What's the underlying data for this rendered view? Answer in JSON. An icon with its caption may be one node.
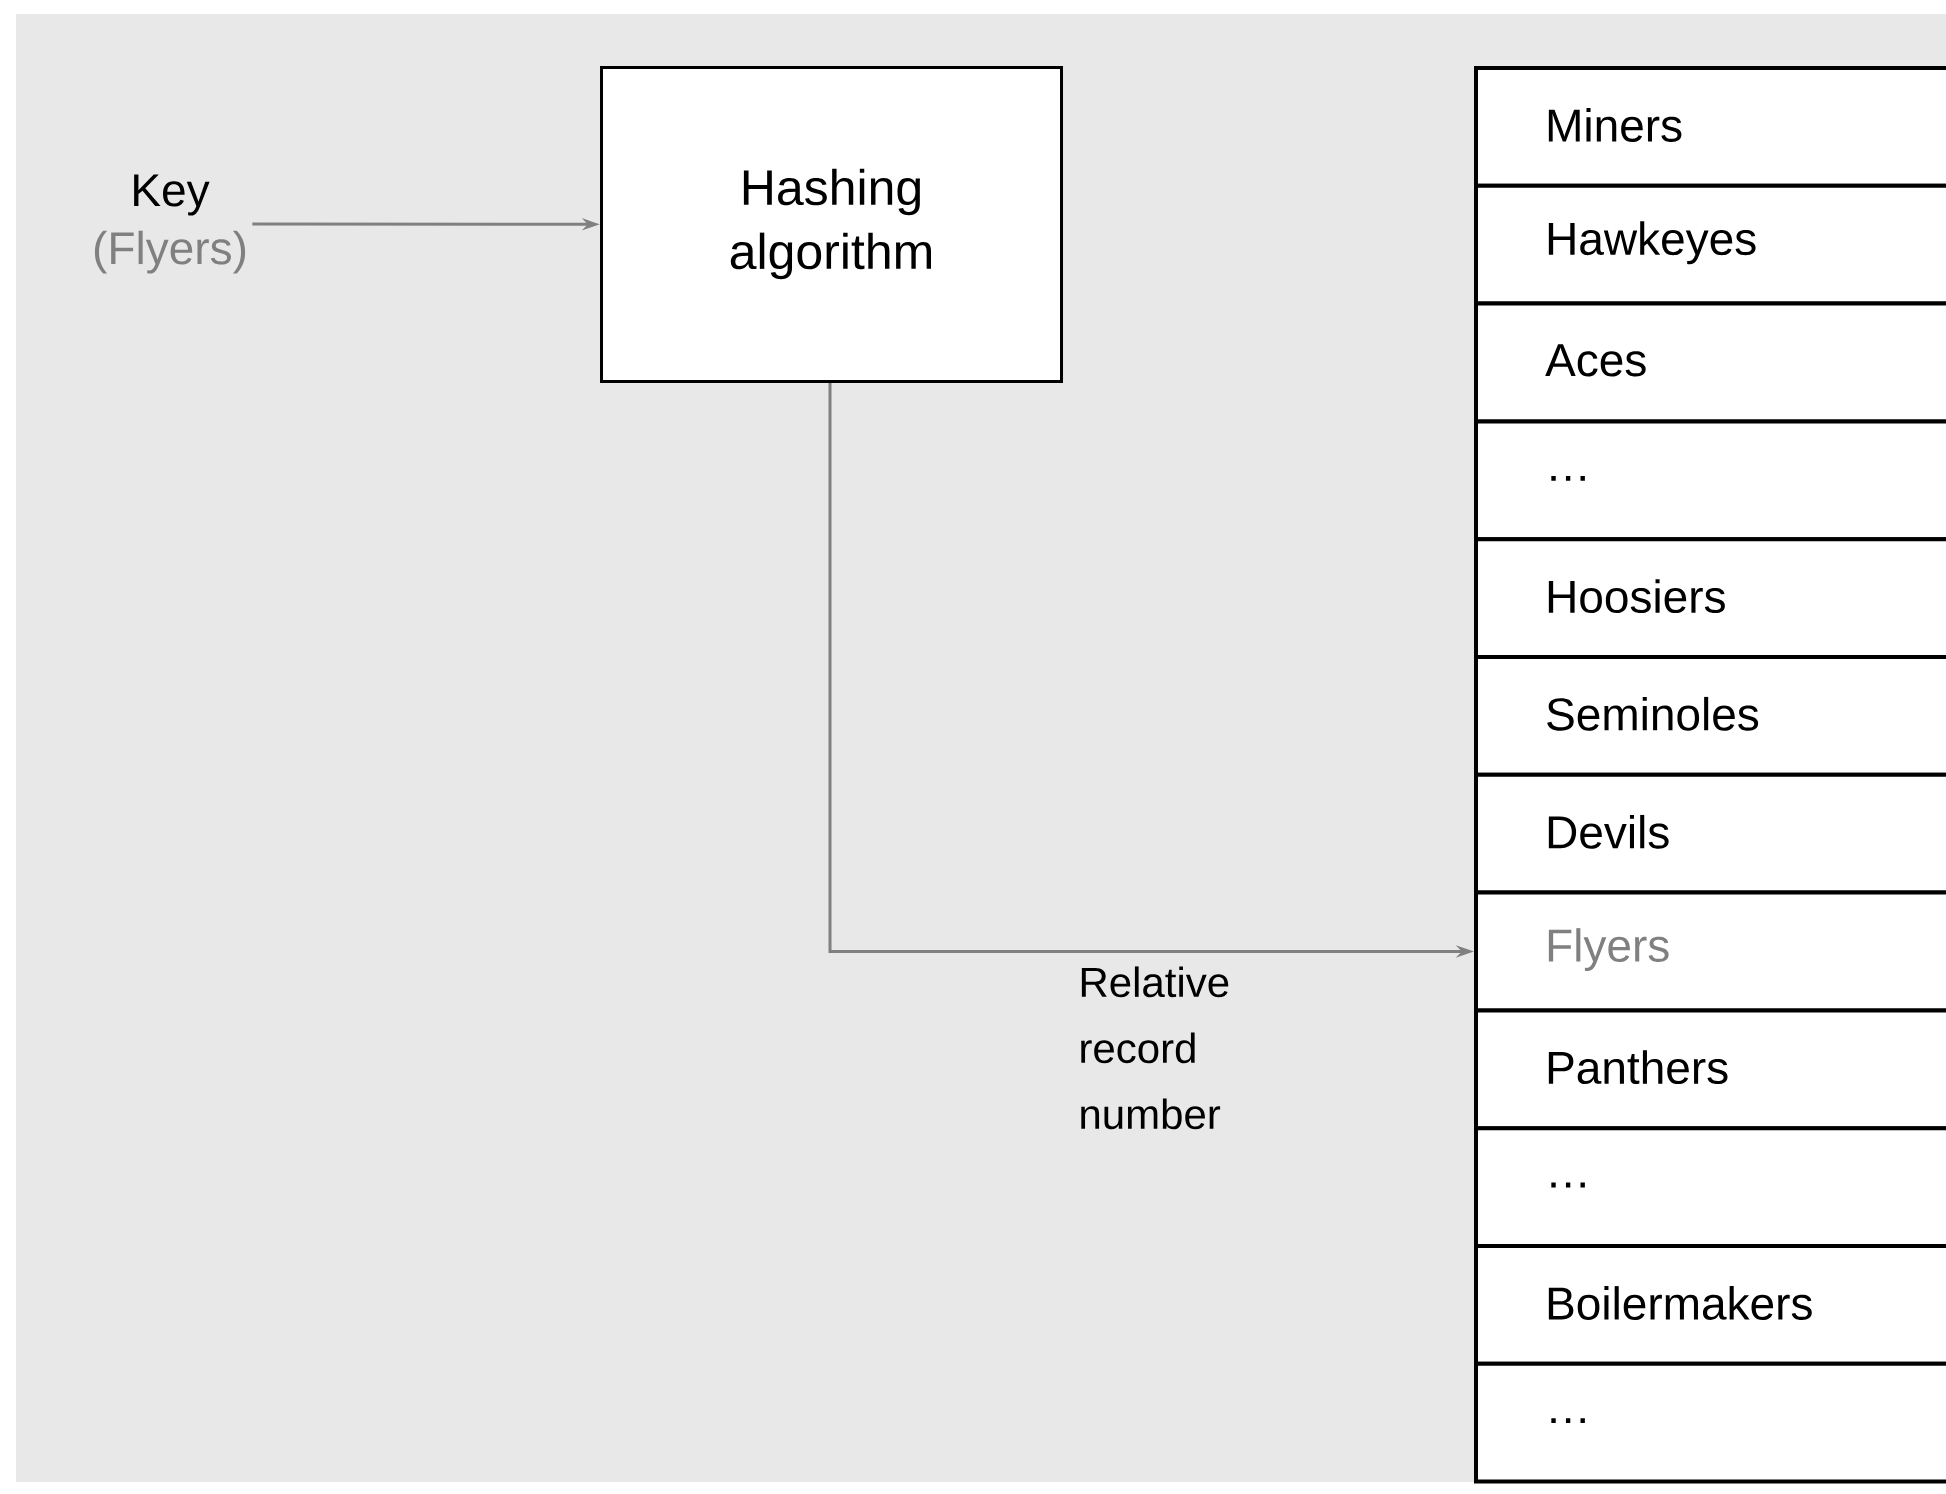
{
  "diagram": {
    "nodes": [
      {
        "text": [
          "Key",
          "(Flyers)"
        ]
      },
      {
        "text": [
          "Hashing algorithm"
        ]
      },
      {
        "text": [
          "Miners"
        ]
      },
      {
        "text": [
          "Hawkeyes"
        ]
      },
      {
        "text": [
          "Aces"
        ]
      },
      {
        "text": [
          "…"
        ]
      },
      {
        "text": [
          "Hoosiers"
        ]
      },
      {
        "text": [
          "Seminoles"
        ]
      },
      {
        "text": [
          "Devils"
        ]
      },
      {
        "text": [
          "Flyers"
        ]
      },
      {
        "text": [
          "Panthers"
        ]
      },
      {
        "text": [
          "…"
        ]
      },
      {
        "text": [
          "Boilermakers"
        ]
      },
      {
        "text": [
          "…"
        ]
      }
    ],
    "edges": [
      {
        "from": 0,
        "to": 1,
        "arrow": "to"
      },
      {
        "from": 1,
        "to": 9,
        "arrow": "to",
        "label": "Relative record number"
      }
    ]
  }
}
